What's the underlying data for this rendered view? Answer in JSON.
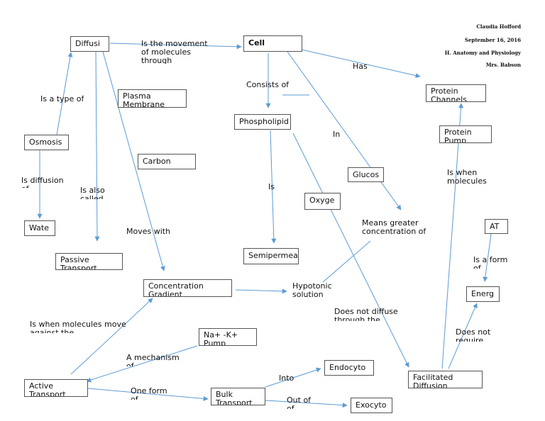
{
  "header": {
    "name": "Claudia Hofford",
    "date": "September 16, 2016",
    "course": "H. Anatomy and Physiology",
    "teacher": "Mrs. Babson"
  },
  "colors": {
    "line": "#5b9bd5",
    "border": "#555555"
  },
  "nodes": {
    "diffusion": "Diffusi",
    "cell": "Cell",
    "plasma": "Plasma Membrane",
    "carbon": "Carbon",
    "osmosis": "Osmosis",
    "water": "Wate",
    "passive": "Passive Transport",
    "concentration": "Concentration Gradient",
    "active": "Active Transport",
    "napump": "Na+ -K+ Pump",
    "bulk": "Bulk Transport",
    "endocyto": "Endocyto",
    "exocyto": "Exocyto",
    "phospholipid": "Phospholipid",
    "semipermea": "Semipermea",
    "glucos": "Glucos",
    "oxyge": "Oxyge",
    "protein_chan": "Protein Channels",
    "protein_pump": "Protein Pump",
    "atp": "AT",
    "energy": "Energ",
    "facilitated": "Facilitated Diffusion"
  },
  "labels": {
    "movement": "Is the movement\nof molecules\nthrough",
    "has": "Has",
    "consists": "Consists of",
    "type_of": "Is a type of",
    "diffusion_of": "Is diffusion\nof",
    "also": "Is also\ncalled",
    "moves_with": "Moves with",
    "in": "In",
    "is": "Is",
    "greater": "Means greater\nconcentration of",
    "hypotonic": "Hypotonic\nsolution",
    "when_molecules": "Is when\nmolecules",
    "form_of": "Is a form\nof",
    "against": "Is when molecules move\nagainst the",
    "not_diffuse": "Does not diffuse\nthrough the",
    "mechanism": "A mechanism\nof",
    "one_form": "One form\nof",
    "into": "Into",
    "out_of": "Out of\nof",
    "not_require": "Does not\nrequire"
  }
}
